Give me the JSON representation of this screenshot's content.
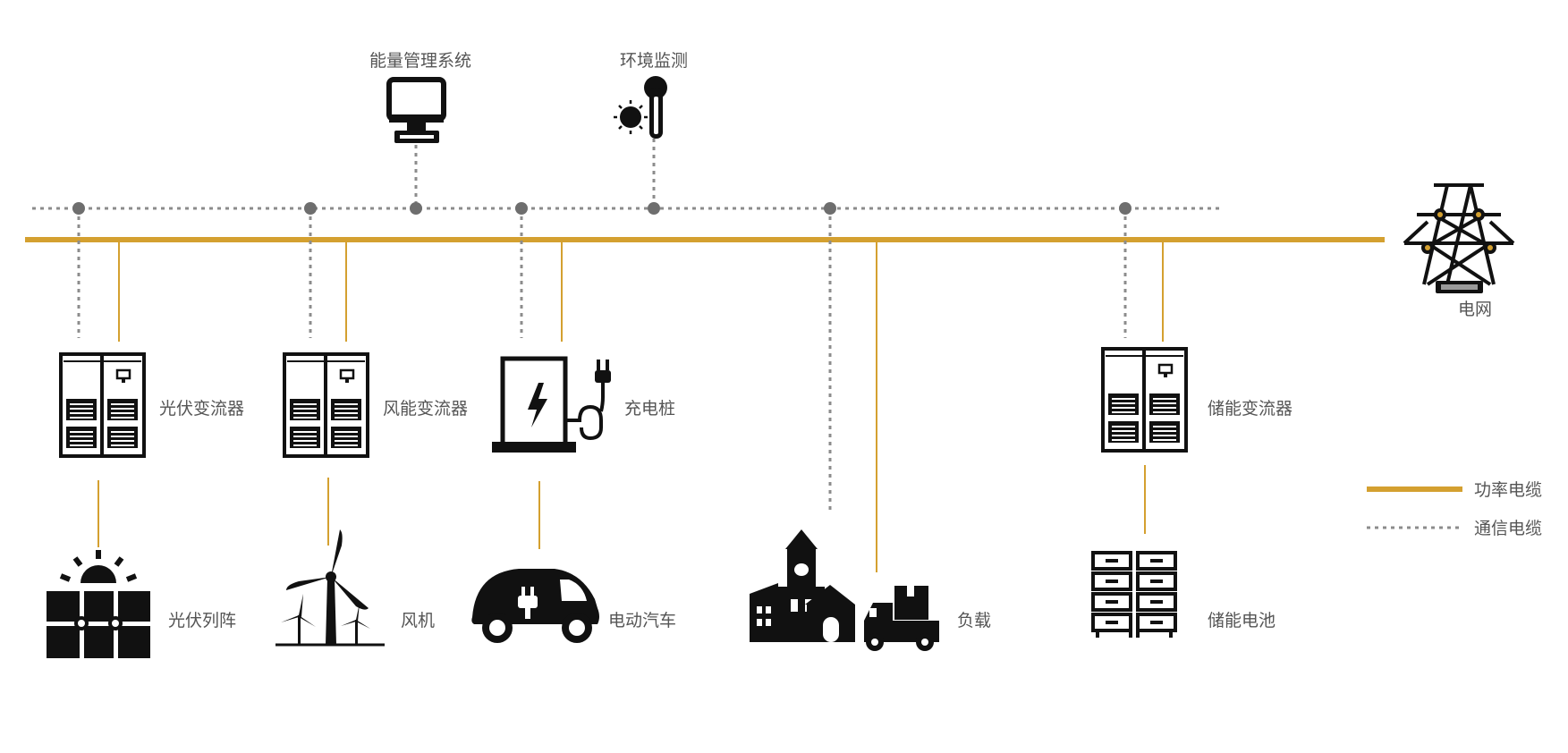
{
  "labels": {
    "ems": "能量管理系统",
    "env": "环境监测",
    "grid": "电网",
    "pv_inverter": "光伏变流器",
    "wind_inverter": "风能变流器",
    "charger": "充电桩",
    "storage_inverter": "储能变流器",
    "pv_array": "光伏列阵",
    "wind_turbine": "风机",
    "ev": "电动汽车",
    "load": "负载",
    "battery": "储能电池"
  },
  "legend": {
    "power_cable": "功率电缆",
    "comm_cable": "通信电缆"
  },
  "colors": {
    "power_cable": "#D4A030",
    "comm_cable": "#8C8C8C",
    "node": "#6E6E6E",
    "icon": "#111111",
    "accent": "#D4A030"
  },
  "icons": [
    "monitor-icon",
    "sun-thermometer-icon",
    "power-tower-icon",
    "inverter-cabinet-icon",
    "charging-pile-icon",
    "solar-panel-icon",
    "wind-turbine-icon",
    "electric-car-icon",
    "buildings-truck-icon",
    "battery-rack-icon"
  ]
}
